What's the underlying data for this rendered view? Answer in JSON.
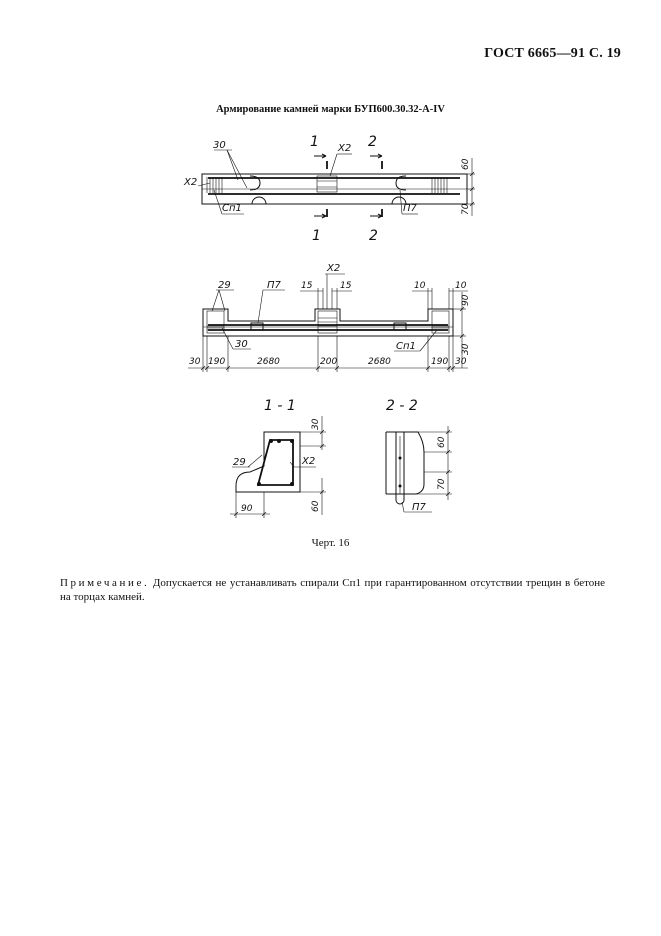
{
  "header": {
    "standard_ref": "ГОСТ 6665—91 С. 19"
  },
  "title": "Армирование камней марки БУП600.30.32-А-IV",
  "plan": {
    "labels": {
      "r30": "30",
      "x2_left": "X2",
      "x2_mid": "X2",
      "sp1": "Сп1",
      "p7": "П7",
      "sec1_top": "1",
      "sec2_top": "2",
      "sec1_bot": "1",
      "sec2_bot": "2"
    },
    "dims": {
      "d60": "60",
      "d70": "70"
    }
  },
  "elevation": {
    "labels": {
      "r29": "29",
      "p7": "П7",
      "x2": "X2",
      "r30": "30",
      "sp1": "Сп1"
    },
    "dims_top": {
      "d15a": "15",
      "d15b": "15",
      "d10a": "10",
      "d10b": "10"
    },
    "dims_right": {
      "d90": "90",
      "d30": "30"
    },
    "dims_bottom": [
      "30",
      "190",
      "2680",
      "200",
      "2680",
      "190",
      "30"
    ]
  },
  "sections": {
    "s1": {
      "title": "1 - 1",
      "r29": "29",
      "x2": "X2",
      "d30": "30",
      "d60": "60",
      "d90": "90"
    },
    "s2": {
      "title": "2 - 2",
      "d60": "60",
      "d70": "70",
      "p7": "П7"
    }
  },
  "caption": "Черт. 16",
  "note": {
    "label": "Примечание.",
    "text": "Допускается не устанавливать спирали Сп1 при гарантированном отсутствии трещин в бетоне на торцах камней."
  }
}
